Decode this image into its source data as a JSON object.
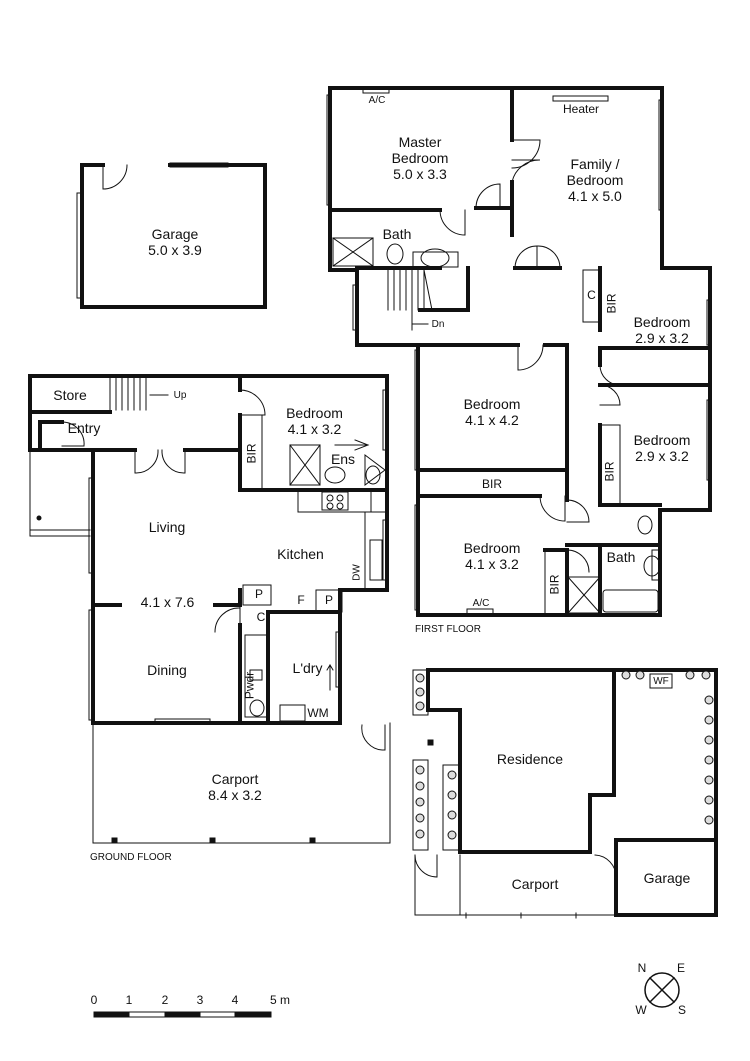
{
  "first_floor": {
    "label": "FIRST FLOOR",
    "rooms": {
      "master_bedroom": {
        "name": "Master\nBedroom",
        "size": "5.0 x 3.3"
      },
      "family_bedroom": {
        "name": "Family /\nBedroom",
        "size": "4.1 x 5.0"
      },
      "bath_upper": {
        "name": "Bath"
      },
      "bedroom_ne1": {
        "name": "Bedroom",
        "size": "2.9 x 3.2"
      },
      "bedroom_ne2": {
        "name": "Bedroom",
        "size": "2.9 x 3.2"
      },
      "bedroom_mid": {
        "name": "Bedroom",
        "size": "4.1 x 4.2"
      },
      "bedroom_sw": {
        "name": "Bedroom",
        "size": "4.1 x 3.2"
      },
      "bath_lower": {
        "name": "Bath"
      }
    },
    "fixtures": {
      "ac_top": "A/C",
      "heater": "Heater",
      "dn": "Dn",
      "cupboard": "C",
      "bir": "BIR",
      "ac_bottom": "A/C"
    }
  },
  "detached_garage": {
    "name": "Garage",
    "size": "5.0 x 3.9"
  },
  "ground_floor": {
    "label": "GROUND FLOOR",
    "rooms": {
      "store": {
        "name": "Store"
      },
      "entry": {
        "name": "Entry"
      },
      "bedroom": {
        "name": "Bedroom",
        "size": "4.1 x 3.2"
      },
      "ens": {
        "name": "Ens"
      },
      "living": {
        "name": "Living"
      },
      "living_size": {
        "size": "4.1 x 7.6"
      },
      "kitchen": {
        "name": "Kitchen"
      },
      "dining": {
        "name": "Dining"
      },
      "laundry": {
        "name": "L'dry"
      },
      "powder": {
        "name": "Pwdr"
      },
      "carport": {
        "name": "Carport",
        "size": "8.4 x 3.2"
      }
    },
    "fixtures": {
      "up": "Up",
      "bir": "BIR",
      "dw": "DW",
      "pantry": "P",
      "fridge": "F",
      "cupboard": "C",
      "wm": "WM"
    }
  },
  "site_plan": {
    "residence": "Residence",
    "carport": "Carport",
    "garage": "Garage",
    "wf": "WF"
  },
  "scale_bar": {
    "ticks": [
      "0",
      "1",
      "2",
      "3",
      "4",
      "5 m"
    ]
  },
  "compass": {
    "n": "N",
    "e": "E",
    "w": "W",
    "s": "S"
  }
}
